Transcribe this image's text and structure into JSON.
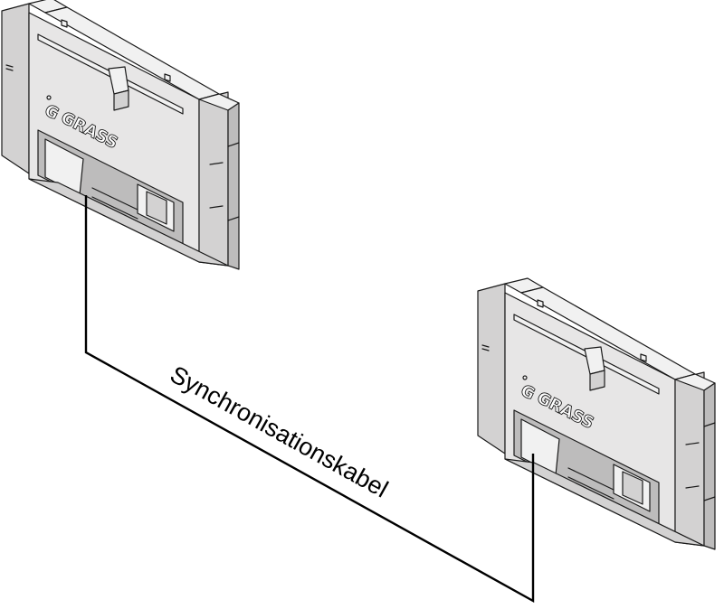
{
  "diagram": {
    "cable_label": "Synchronisationskabel",
    "devices": [
      {
        "brand": "GRASS",
        "logo_letter": "G"
      },
      {
        "brand": "GRASS",
        "logo_letter": "G"
      }
    ]
  }
}
